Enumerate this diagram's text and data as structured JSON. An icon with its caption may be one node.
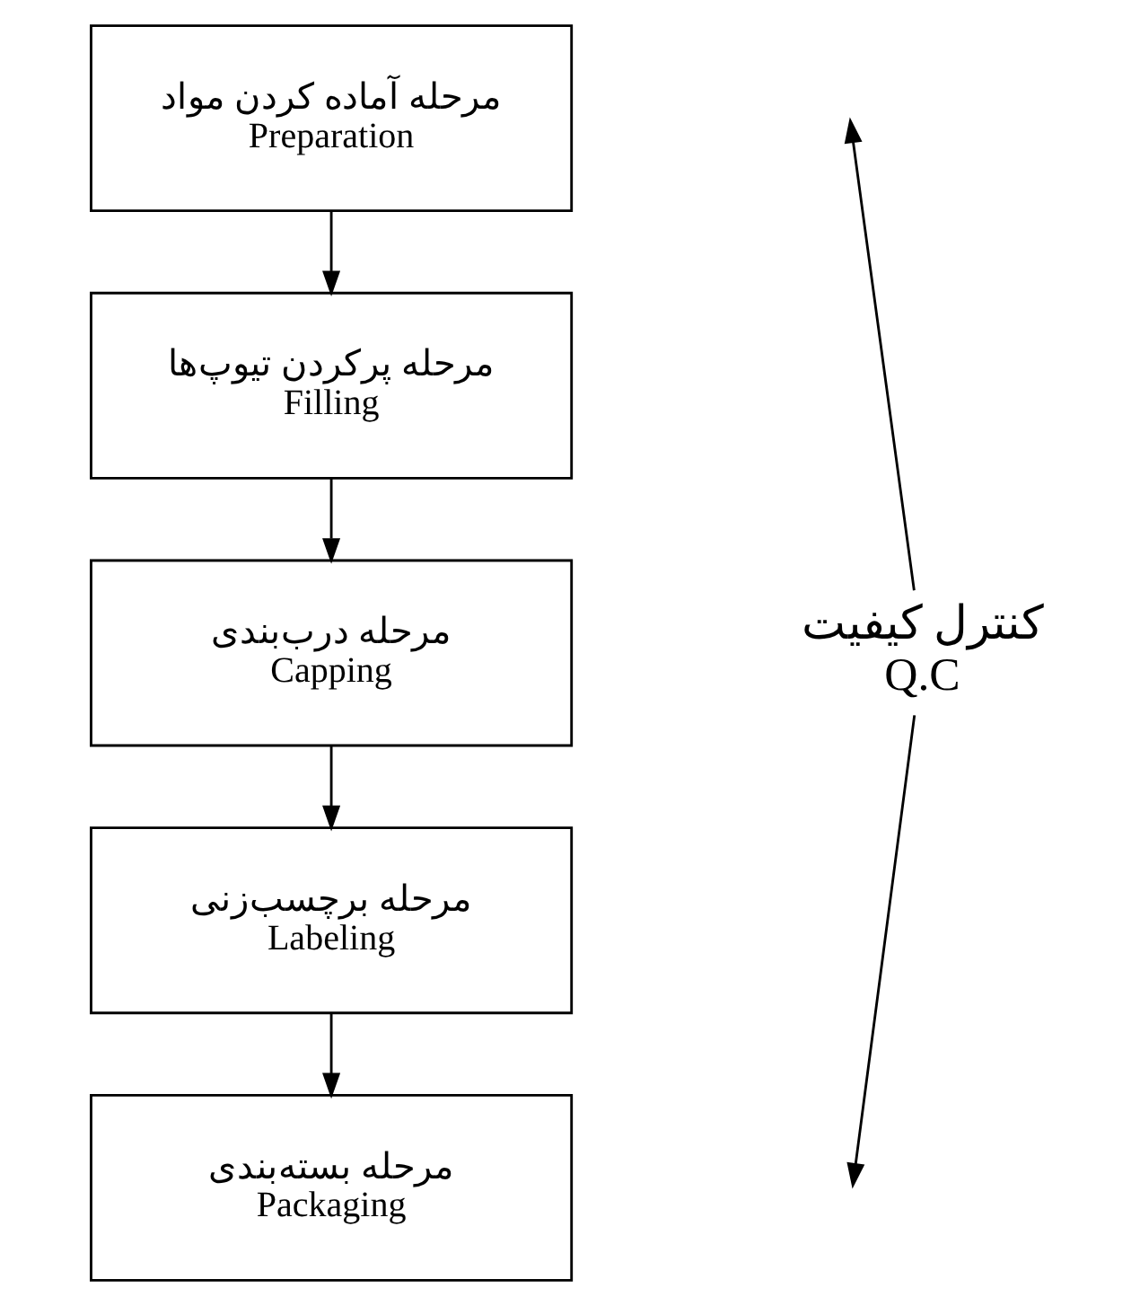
{
  "diagram": {
    "nodes": [
      {
        "text": [
          "مرحله آماده کردن مواد",
          "Preparation"
        ]
      },
      {
        "text": [
          "مرحله پرکردن تیوپ‌ها",
          "Filling"
        ]
      },
      {
        "text": [
          "مرحله درب‌بندی",
          "Capping"
        ]
      },
      {
        "text": [
          "مرحله برچسب‌زنی",
          "Labeling"
        ]
      },
      {
        "text": [
          "مرحله بسته‌بندی",
          "Packaging"
        ]
      },
      {
        "text": [
          "کنترل کیفیت",
          "Q.C"
        ]
      }
    ],
    "edges": [
      {
        "from": 0,
        "to": 1,
        "arrow": "to"
      },
      {
        "from": 1,
        "to": 2,
        "arrow": "to"
      },
      {
        "from": 2,
        "to": 3,
        "arrow": "to"
      },
      {
        "from": 3,
        "to": 4,
        "arrow": "to"
      },
      {
        "from": 5,
        "to": null,
        "arrow": "to"
      },
      {
        "from": 5,
        "to": null,
        "arrow": "to"
      }
    ]
  }
}
